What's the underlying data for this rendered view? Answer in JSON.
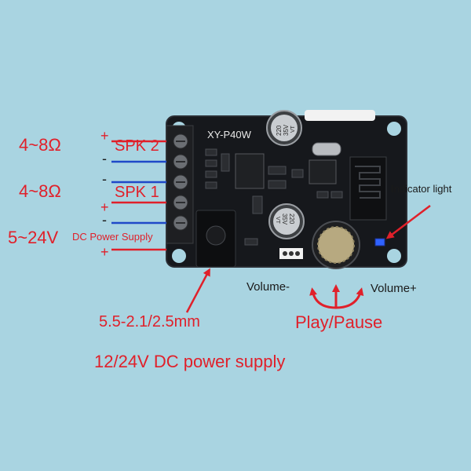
{
  "board": {
    "model": "XY-P40W",
    "cap_top_text_a": "220",
    "cap_top_text_b": "35V",
    "cap_top_text_c": "VT",
    "cap_bottom_text_a": "220",
    "cap_bottom_text_b": "35V",
    "cap_bottom_text_c": "VT"
  },
  "labels": {
    "impedance_1": "4~8Ω",
    "spk2": "SPK 2",
    "impedance_2": "4~8Ω",
    "spk1": "SPK 1",
    "voltage_range": "5~24V",
    "dc_power_supply": "DC Power Supply",
    "indicator_light": "Indicator light",
    "volume_minus": "Volume-",
    "volume_plus": "Volume+",
    "play_pause": "Play/Pause",
    "jack_size": "5.5-2.1/2.5mm",
    "power_supply_note": "12/24V DC power supply",
    "plus": "+",
    "minus": "-"
  },
  "colors": {
    "background": "#a9d4e1",
    "label_red": "#e0202a",
    "wire_blue": "#1f49c8",
    "pcb": "#16181c",
    "led_blue": "#2f63ff"
  }
}
